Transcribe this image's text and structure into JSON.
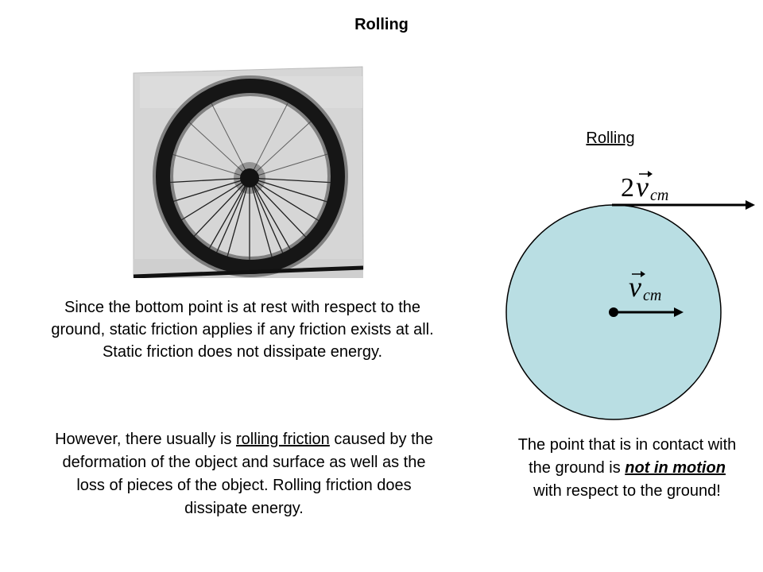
{
  "title": "Rolling",
  "paragraph1": "Since the bottom point is at rest with respect to the ground, static friction applies if any friction exists at all.  Static friction does not dissipate energy.",
  "paragraph2": {
    "before": "However, there usually is ",
    "underlined": "rolling friction",
    "after": " caused by the deformation of the object and surface as well as the loss of pieces of the object.  Rolling friction does dissipate energy."
  },
  "diagram": {
    "heading": "Rolling",
    "top_velocity_label": {
      "coefficient": "2",
      "symbol": "v",
      "subscript": "cm"
    },
    "center_velocity_label": {
      "symbol": "v",
      "subscript": "cm"
    },
    "wheel_color": "#b9dee3"
  },
  "caption": {
    "before": "The point that is in contact with the ground is ",
    "emphasis": "not in motion",
    "after": " with respect to the ground!"
  }
}
